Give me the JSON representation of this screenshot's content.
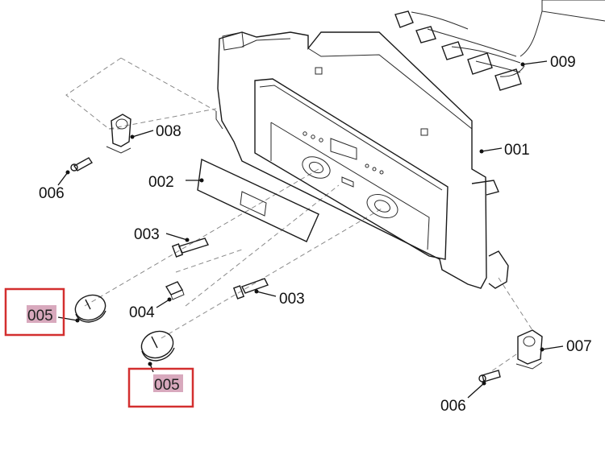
{
  "colors": {
    "highlight_box": "#d32f2f",
    "highlight_text_bg": "#d8a9bd",
    "line": "#1a1a1a"
  },
  "labels": {
    "p001": "001",
    "p002": "002",
    "p003a": "003",
    "p003b": "003",
    "p004": "004",
    "p005a": "005",
    "p005b": "005",
    "p006a": "006",
    "p006b": "006",
    "p007": "007",
    "p008": "008",
    "p009": "009"
  }
}
